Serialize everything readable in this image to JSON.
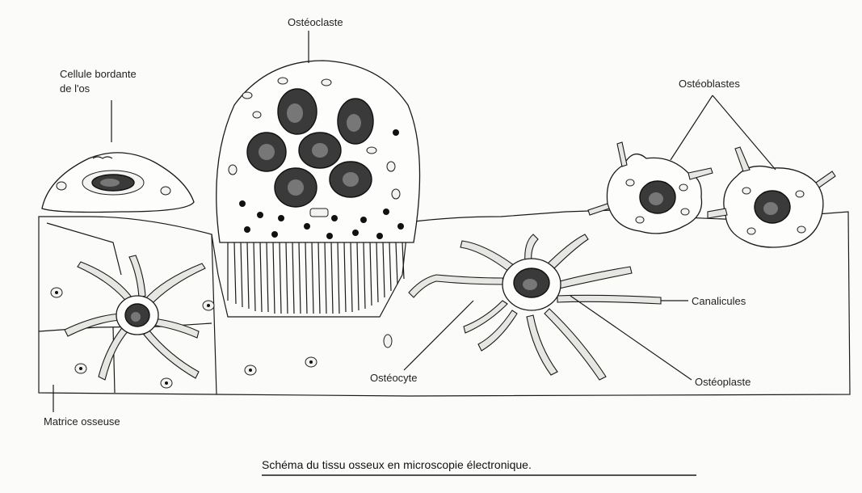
{
  "labels": {
    "osteoclaste": "Ostéoclaste",
    "cellule_bordante_l1": "Cellule bordante",
    "cellule_bordante_l2": "de l'os",
    "osteoblastes": "Ostéoblastes",
    "canalicules": "Canalicules",
    "osteocyte": "Ostéocyte",
    "osteoplaste": "Ostéoplaste",
    "matrice_osseuse": "Matrice osseuse"
  },
  "caption": "Schéma du tissu osseux en microscopie électronique."
}
